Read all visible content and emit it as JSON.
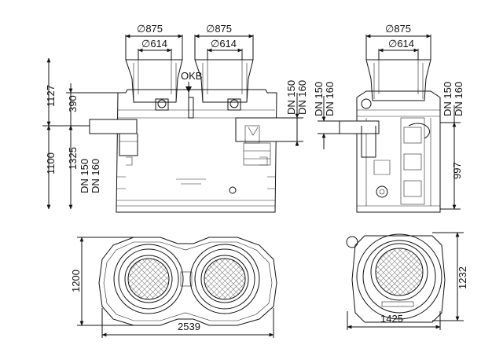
{
  "views": {
    "front": {
      "dia_outer_left": "∅875",
      "dia_inner_left": "∅614",
      "dia_outer_right": "∅875",
      "dia_inner_right": "∅614",
      "okb": "OKB",
      "h_1127": "1127",
      "h_390": "390",
      "h_1325": "1325",
      "h_1100": "1100",
      "pipe_left_a": "DN 150",
      "pipe_left_b": "DN 160",
      "pipe_right_a": "DN 150",
      "pipe_right_b": "DN 160"
    },
    "side": {
      "dia_outer": "∅875",
      "dia_inner": "∅614",
      "pipe_left_a": "DN 150",
      "pipe_left_b": "DN 160",
      "pipe_right_a": "DN 150",
      "pipe_right_b": "DN 160",
      "h_997": "997"
    },
    "plan_left": {
      "width": "2539",
      "depth": "1200"
    },
    "plan_right": {
      "width": "1425",
      "depth": "1232"
    }
  }
}
